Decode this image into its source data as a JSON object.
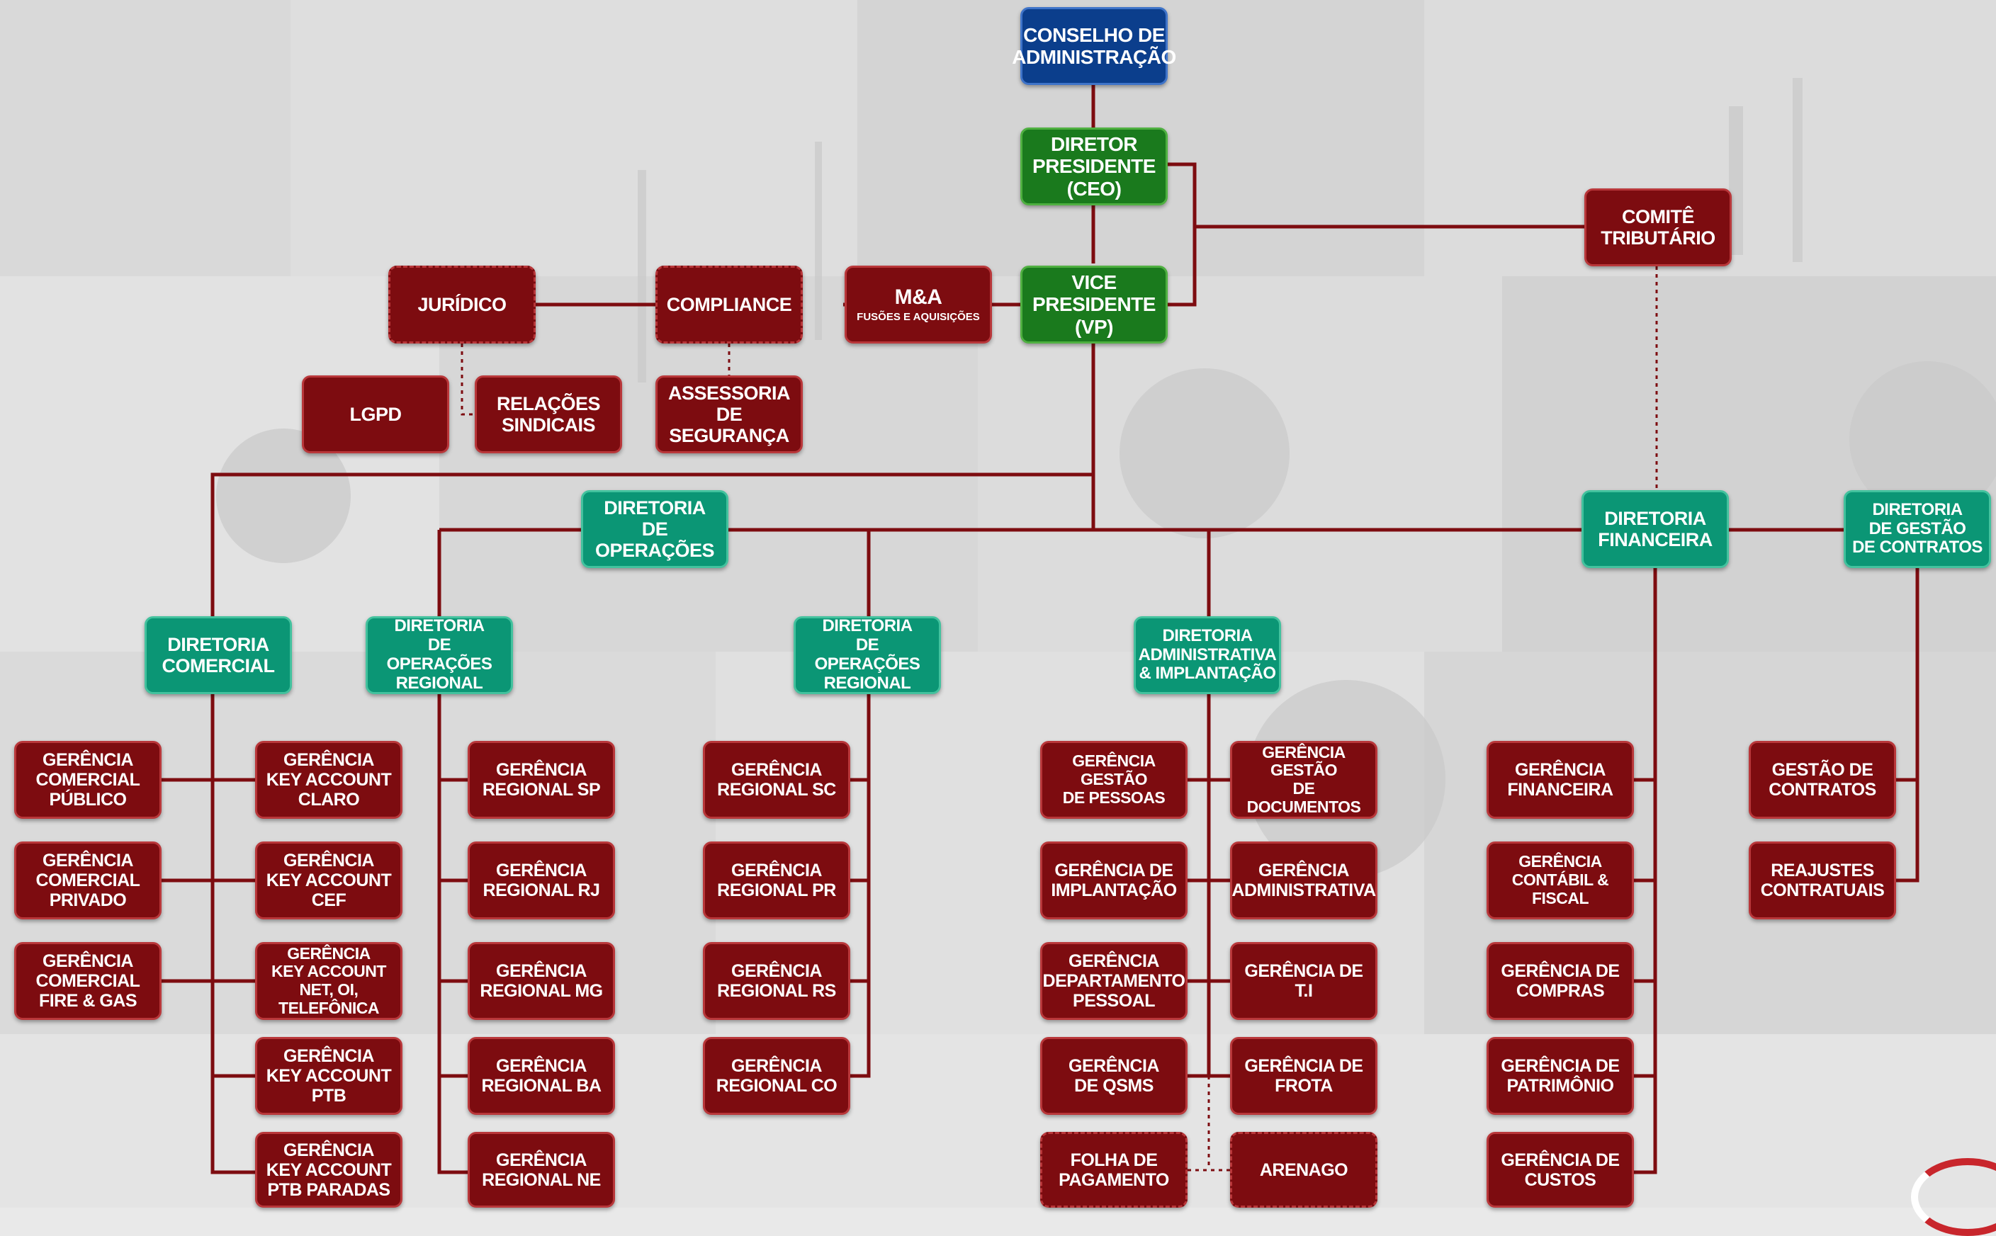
{
  "board": "CONSELHO DE\nADMINISTRAÇÃO",
  "ceo": "DIRETOR\nPRESIDENTE (CEO)",
  "vp": "VICE\nPRESIDENTE (VP)",
  "comite": "COMITÊ\nTRIBUTÁRIO",
  "mna": {
    "title": "M&A",
    "subtitle": "FUSÕES E AQUISIÇÕES"
  },
  "compliance": "COMPLIANCE",
  "juridico": "JURÍDICO",
  "lgpd": "LGPD",
  "relacoes": "RELAÇÕES\nSINDICAIS",
  "assessoria": "ASSESSORIA DE\nSEGURANÇA",
  "dir_operacoes": "DIRETORIA\nDE OPERAÇÕES",
  "dir_financeira": "DIRETORIA\nFINANCEIRA",
  "dir_contratos": "DIRETORIA\nDE GESTÃO\nDE CONTRATOS",
  "dir_comercial": "DIRETORIA\nCOMERCIAL",
  "dir_op_regional_1": "DIRETORIA\nDE OPERAÇÕES\nREGIONAL",
  "dir_op_regional_2": "DIRETORIA\nDE OPERAÇÕES\nREGIONAL",
  "dir_admin": "DIRETORIA\nADMINISTRATIVA\n& IMPLANTAÇÃO",
  "comercial_left": [
    "GERÊNCIA\nCOMERCIAL\nPÚBLICO",
    "GERÊNCIA\nCOMERCIAL\nPRIVADO",
    "GERÊNCIA\nCOMERCIAL\nFIRE & GAS"
  ],
  "comercial_right": [
    "GERÊNCIA\nKEY ACCOUNT\nCLARO",
    "GERÊNCIA\nKEY ACCOUNT CEF",
    "GERÊNCIA\nKEY ACCOUNT\nNET, OI, TELEFÔNICA",
    "GERÊNCIA\nKEY ACCOUNT\nPTB",
    "GERÊNCIA\nKEY ACCOUNT\nPTB  PARADAS"
  ],
  "regional_a": [
    "GERÊNCIA\nREGIONAL SP",
    "GERÊNCIA\nREGIONAL RJ",
    "GERÊNCIA\nREGIONAL MG",
    "GERÊNCIA\nREGIONAL BA",
    "GERÊNCIA\nREGIONAL NE"
  ],
  "regional_b": [
    "GERÊNCIA\nREGIONAL SC",
    "GERÊNCIA\nREGIONAL PR",
    "GERÊNCIA\nREGIONAL RS",
    "GERÊNCIA\nREGIONAL CO"
  ],
  "admin_left": [
    "GERÊNCIA GESTÃO\nDE PESSOAS",
    "GERÊNCIA DE\nIMPLANTAÇÃO",
    "GERÊNCIA\nDEPARTAMENTO\nPESSOAL",
    "GERÊNCIA\nDE QSMS",
    "FOLHA DE\nPAGAMENTO"
  ],
  "admin_right": [
    "GERÊNCIA GESTÃO\nDE DOCUMENTOS",
    "GERÊNCIA\nADMINISTRATIVA",
    "GERÊNCIA DE\nT.I",
    "GERÊNCIA DE\nFROTA",
    "ARENAGO"
  ],
  "financeira": [
    "GERÊNCIA\nFINANCEIRA",
    "GERÊNCIA\nCONTÁBIL & FISCAL",
    "GERÊNCIA DE\nCOMPRAS",
    "GERÊNCIA DE\nPATRIMÔNIO",
    "GERÊNCIA DE\nCUSTOS"
  ],
  "contratos": [
    "GESTÃO DE\nCONTRATOS",
    "REAJUSTES\nCONTRATUAIS"
  ],
  "colors": {
    "red_box": "#7d0c10",
    "teal_box": "#0b9675",
    "green_box": "#1a7a1d",
    "blue_box": "#0b3e8c",
    "line": "#7d0c10",
    "banner": "#d81c22"
  }
}
